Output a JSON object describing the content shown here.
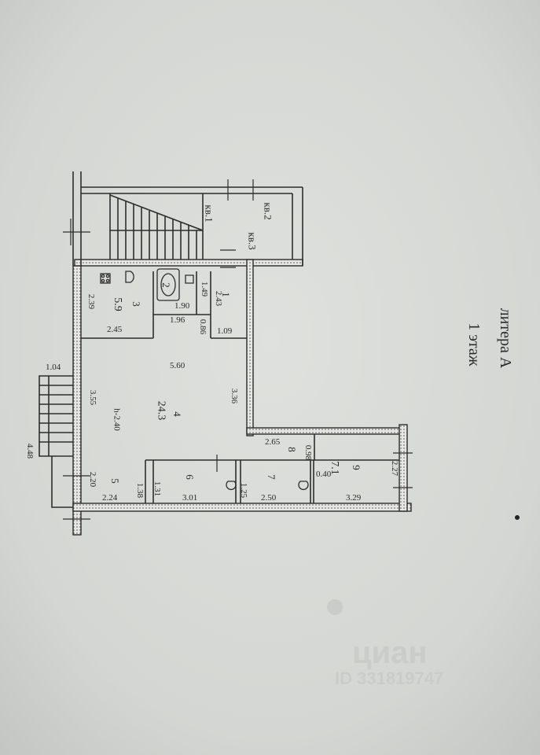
{
  "plan": {
    "title": {
      "litera": "литера А",
      "floor": "1 этаж"
    },
    "stair_labels": [
      "кв.1",
      "кв.2",
      "кв.3"
    ],
    "room_numbers": [
      "1",
      "2",
      "3",
      "4",
      "5",
      "6",
      "7",
      "8",
      "9"
    ],
    "room_areas": {
      "room3": "5.9",
      "room4": "24.3",
      "room9": "7.1"
    },
    "ceiling_height": "h-2.40",
    "dimensions": [
      "1.04",
      "4.48",
      "3.55",
      "2.20",
      "2.24",
      "2.39",
      "2.45",
      "1.90",
      "1.96",
      "0.86",
      "1.09",
      "1.49",
      "2.43",
      "5.60",
      "3.36",
      "2.65",
      "0.98",
      "0.40",
      "1.38",
      "1.31",
      "3.01",
      "1.25",
      "2.50",
      "3.29",
      "2.27"
    ]
  },
  "watermark": {
    "brand": "циан",
    "id": "ID 331819747"
  }
}
